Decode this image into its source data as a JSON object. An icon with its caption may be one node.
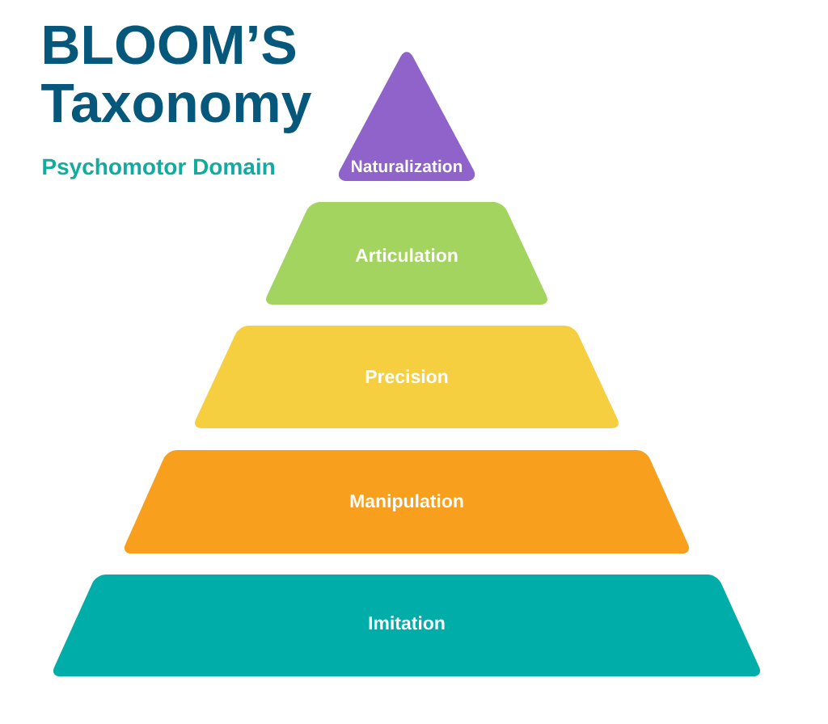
{
  "diagram": {
    "title": "BLOOM’S Taxonomy",
    "nodes": [
      {
        "text": [
          "Naturalization"
        ]
      },
      {
        "text": [
          "Articulation"
        ]
      },
      {
        "text": [
          "Precision"
        ]
      },
      {
        "text": [
          "Manipulation"
        ]
      },
      {
        "text": [
          "Imitation"
        ]
      }
    ],
    "labels": [
      "Psychomotor Domain"
    ]
  }
}
